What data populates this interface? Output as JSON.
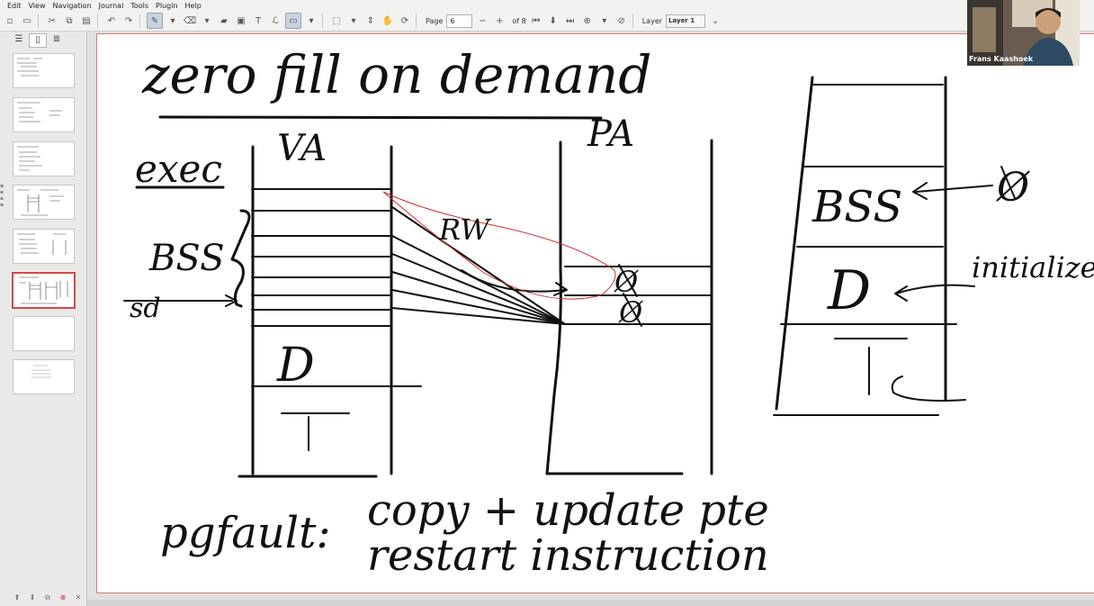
{
  "menu": [
    "Edit",
    "View",
    "Navigation",
    "Journal",
    "Tools",
    "Plugin",
    "Help"
  ],
  "toolbar": {
    "page_label": "Page",
    "page_value": "6",
    "page_of": "of 8",
    "layer_label": "Layer",
    "layer_value": "Layer 1",
    "text_tool": "T"
  },
  "sidebar": {
    "thumbnails": 8,
    "selected_index": 5
  },
  "video": {
    "participant_name": "Frans Kaashoek"
  },
  "slide": {
    "title": "zero fill on demand",
    "label_exec": "exec",
    "label_va": "VA",
    "label_pa": "PA",
    "label_bss": "BSS",
    "label_sd": "sd",
    "label_rw": "RW",
    "label_zero": "Ø",
    "label_d": "D",
    "label_t": "T",
    "pagefault_label": "pgfault:",
    "pagefault_line1": "copy + update pte",
    "pagefault_line2": "restart instruction",
    "right_bss": "BSS",
    "right_initialized": "initialized",
    "right_d": "D",
    "right_t": "T"
  },
  "colors": {
    "ink": "#111111",
    "highlight": "#d03030",
    "selection": "#d04a4a"
  }
}
